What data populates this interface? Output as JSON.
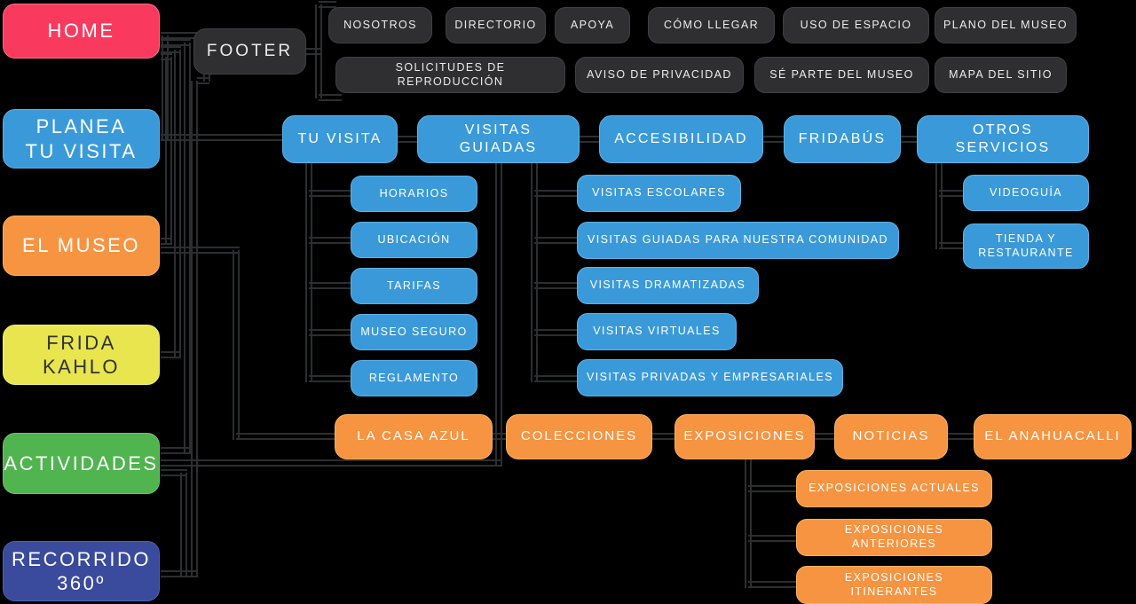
{
  "nav": {
    "items": [
      {
        "id": "home",
        "label": "HOME"
      },
      {
        "id": "planea-tu-visita",
        "label": "PLANEA\nTU VISITA"
      },
      {
        "id": "el-museo",
        "label": "EL MUSEO"
      },
      {
        "id": "frida-kahlo",
        "label": "FRIDA\nKAHLO"
      },
      {
        "id": "actividades",
        "label": "ACTIVIDADES"
      },
      {
        "id": "recorrido-360",
        "label": "RECORRIDO\n360º"
      }
    ]
  },
  "footer": {
    "label": "FOOTER",
    "row1": [
      {
        "id": "nosotros",
        "label": "NOSOTROS"
      },
      {
        "id": "directorio",
        "label": "DIRECTORIO"
      },
      {
        "id": "apoya",
        "label": "APOYA"
      },
      {
        "id": "como-llegar",
        "label": "CÓMO LLEGAR"
      },
      {
        "id": "uso-de-espacio",
        "label": "USO DE ESPACIO"
      },
      {
        "id": "plano-del-museo",
        "label": "PLANO DEL MUSEO"
      }
    ],
    "row2": [
      {
        "id": "solicitudes-de-reproduccion",
        "label": "SOLICITUDES DE REPRODUCCIÓN"
      },
      {
        "id": "aviso-de-privacidad",
        "label": "AVISO DE PRIVACIDAD"
      },
      {
        "id": "se-parte-del-museo",
        "label": "SÉ PARTE DEL MUSEO"
      },
      {
        "id": "mapa-del-sitio",
        "label": "MAPA DEL SITIO"
      }
    ]
  },
  "visita": {
    "row": [
      {
        "id": "tu-visita",
        "label": "TU VISITA"
      },
      {
        "id": "visitas-guiadas",
        "label": "VISITAS GUIADAS"
      },
      {
        "id": "accesibilidad",
        "label": "ACCESIBILIDAD"
      },
      {
        "id": "fridabus",
        "label": "FRIDABÚS"
      },
      {
        "id": "otros-servicios",
        "label": "OTROS SERVICIOS"
      }
    ],
    "tu_visita_children": [
      {
        "id": "horarios",
        "label": "HORARIOS"
      },
      {
        "id": "ubicacion",
        "label": "UBICACIÓN"
      },
      {
        "id": "tarifas",
        "label": "TARIFAS"
      },
      {
        "id": "museo-seguro",
        "label": "MUSEO SEGURO"
      },
      {
        "id": "reglamento",
        "label": "REGLAMENTO"
      }
    ],
    "visitas_guiadas_children": [
      {
        "id": "visitas-escolares",
        "label": "VISITAS ESCOLARES"
      },
      {
        "id": "visitas-guiadas-comunidad",
        "label": "VISITAS GUIADAS PARA NUESTRA COMUNIDAD"
      },
      {
        "id": "visitas-dramatizadas",
        "label": "VISITAS DRAMATIZADAS"
      },
      {
        "id": "visitas-virtuales",
        "label": "VISITAS VIRTUALES"
      },
      {
        "id": "visitas-privadas",
        "label": "VISITAS PRIVADAS Y EMPRESARIALES"
      }
    ],
    "otros_servicios_children": [
      {
        "id": "videoguia",
        "label": "VIDEOGUÍA"
      },
      {
        "id": "tienda-y-restaurante",
        "label": "TIENDA Y\nRESTAURANTE"
      }
    ]
  },
  "museo": {
    "row": [
      {
        "id": "la-casa-azul",
        "label": "LA CASA AZUL"
      },
      {
        "id": "colecciones",
        "label": "COLECCIONES"
      },
      {
        "id": "exposiciones",
        "label": "EXPOSICIONES"
      },
      {
        "id": "noticias",
        "label": "NOTICIAS"
      },
      {
        "id": "el-anahuacalli",
        "label": "EL ANAHUACALLI"
      }
    ],
    "exposiciones_children": [
      {
        "id": "exposiciones-actuales",
        "label": "EXPOSICIONES ACTUALES"
      },
      {
        "id": "exposiciones-anteriores",
        "label": "EXPOSICIONES ANTERIORES"
      },
      {
        "id": "exposiciones-itinerantes",
        "label": "EXPOSICIONES ITINERANTES"
      }
    ]
  },
  "colors": {
    "background": "#000000",
    "home_pink": "#f93a5e",
    "blue": "#3a9ad9",
    "orange": "#f79441",
    "frida_yellow": "#e9e54e",
    "green": "#50b44f",
    "navy": "#3a4a9c",
    "dark_gray": "#2f2f32",
    "connector": "#2c2e30"
  }
}
